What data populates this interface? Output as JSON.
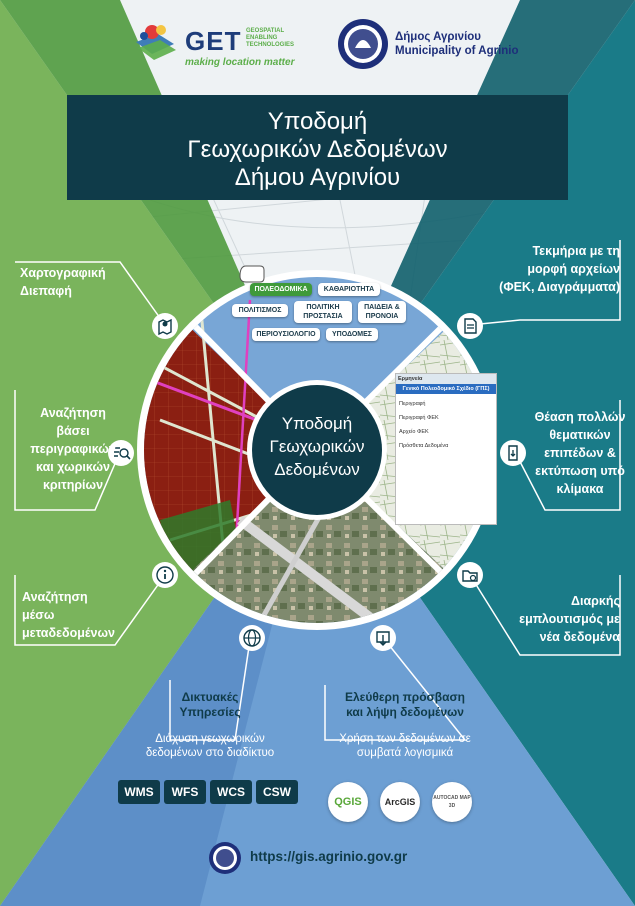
{
  "colors": {
    "dark_teal": "#0f3b49",
    "green": "#7ab45c",
    "teal": "#1a7b88",
    "blue": "#6d9fd3",
    "red_map": "#8b1f12"
  },
  "header": {
    "get_logo": {
      "name": "GET",
      "sub1": "GEOSPATIAL",
      "sub2": "ENABLING",
      "sub3": "TECHNOLOGIES",
      "tagline": "making location matter"
    },
    "municipality": {
      "line1": "Δήμος Αγρινίου",
      "line2": "Municipality of Agrinio"
    }
  },
  "title": {
    "line1": "Υποδομή",
    "line2": "Γεωχωρικών Δεδομένων",
    "line3": "Δήμου Αγρινίου"
  },
  "center": {
    "line1": "Υποδομή",
    "line2": "Γεωχωρικών",
    "line3": "Δεδομένων"
  },
  "map_buttons": [
    "ΠΟΛΕΟΔΟΜΙΚΑ",
    "ΚΑΘΑΡΙΟΤΗΤΑ",
    "ΠΟΛΙΤΙΣΜΟΣ",
    "ΠΟΛΙΤΙΚΗ ΠΡΟΣΤΑΣΙΑ",
    "ΠΑΙΔΕΙΑ & ΠΡΟΝΟΙΑ",
    "ΠΕΡΙΟΥΣΙΟΛΟΓΙΟ",
    "ΥΠΟΔΟΜΕΣ"
  ],
  "features": {
    "map_ui": {
      "line1": "Χαρτογραφική",
      "line2": "Διεπαφή",
      "icon": "map-pin-icon"
    },
    "search_criteria": {
      "line1": "Αναζήτηση",
      "line2": "βάσει",
      "line3": "περιγραφικών",
      "line4": "και χωρικών",
      "line5": "κριτηρίων",
      "icon": "search-list-icon"
    },
    "search_metadata": {
      "line1": "Αναζήτηση",
      "line2": "μέσω",
      "line3": "μεταδεδομένων",
      "icon": "info-icon"
    },
    "documents": {
      "line1": "Τεκμήρια με τη",
      "line2": "μορφή αρχείων",
      "line3": "(ΦΕΚ, Διαγράμματα)",
      "icon": "document-icon"
    },
    "thematic": {
      "line1": "Θέαση πολλών",
      "line2": "θεματικών",
      "line3": "επιπέδων &",
      "line4": "εκτύπωση υπό",
      "line5": "κλίμακα",
      "icon": "print-icon"
    },
    "enrichment": {
      "line1": "Διαρκής",
      "line2": "εμπλουτισμός με",
      "line3": "νέα δεδομένα",
      "icon": "folder-refresh-icon"
    }
  },
  "web_services": {
    "title1": "Δικτυακές",
    "title2": "Υπηρεσίες",
    "desc1": "Διάχυση γεωχωρικών",
    "desc2": "δεδομένων στο διαδίκτυο",
    "protocols": [
      "WMS",
      "WFS",
      "WCS",
      "CSW"
    ],
    "icon": "globe-icon"
  },
  "free_access": {
    "title1": "Ελεύθερη πρόσβαση",
    "title2": "και λήψη δεδομένων",
    "desc1": "Χρήση των δεδομένων σε",
    "desc2": "συμβατά λογισμικά",
    "software": [
      "QGIS",
      "ArcGIS",
      "AUTOCAD MAP 3D"
    ],
    "icon": "download-icon"
  },
  "popup": {
    "tab": "Ερμηνεία",
    "window_title": "Γενικό Πολεοδομικό Σχέδιο (ΓΠΣ)",
    "rows": [
      "Περιγραφή",
      "Περιγραφή ΦΕΚ",
      "Αρχείο ΦΕΚ",
      "Πρόσθετα Δεδομένα"
    ]
  },
  "footer": {
    "url": "https://gis.agrinio.gov.gr"
  }
}
